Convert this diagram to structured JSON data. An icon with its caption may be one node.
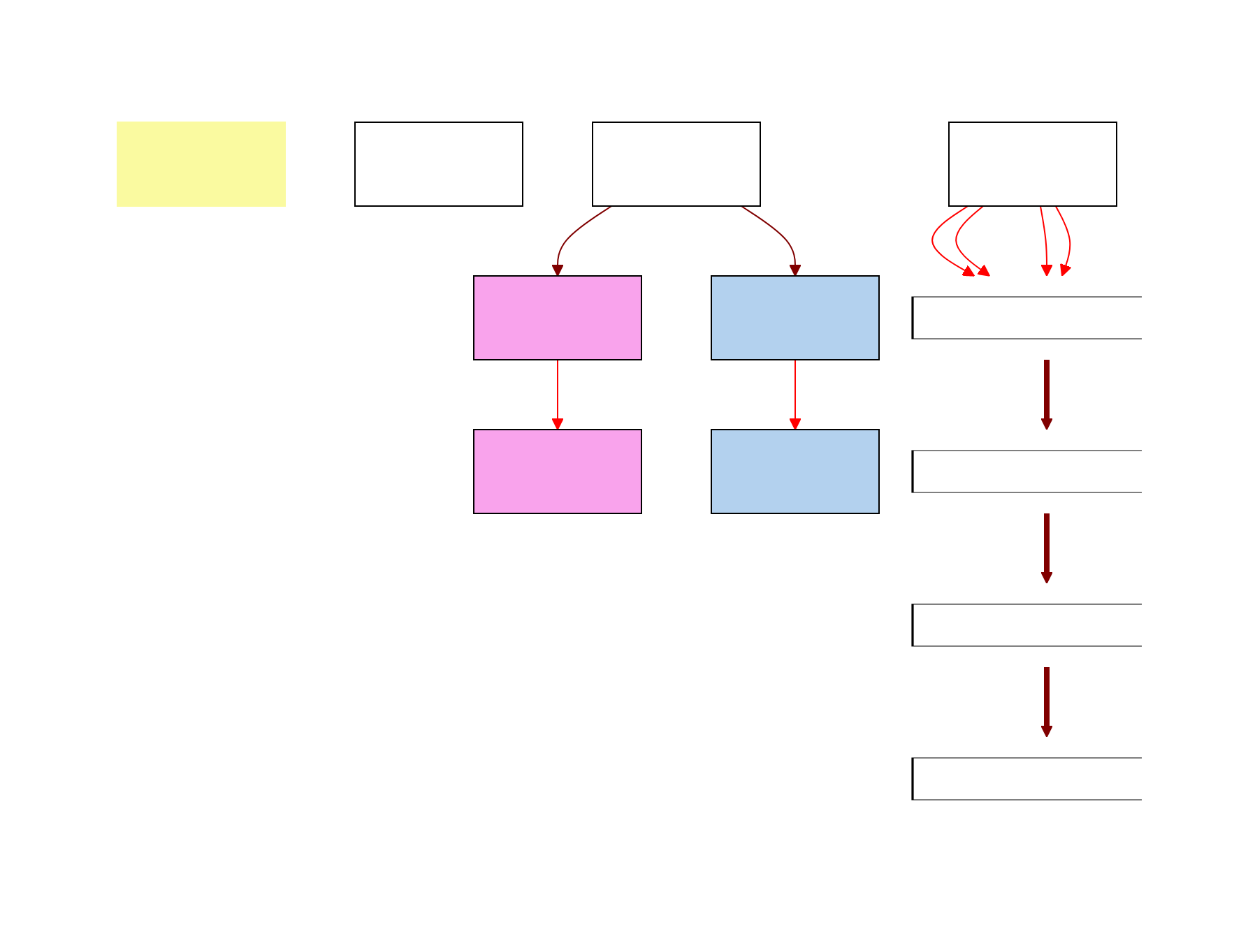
{
  "diagram": {
    "nodes": [
      {
        "text": [],
        "shape": "box"
      },
      {
        "text": [],
        "shape": "box"
      },
      {
        "text": [],
        "shape": "box"
      },
      {
        "text": [],
        "shape": "box"
      },
      {
        "text": [],
        "shape": "box"
      },
      {
        "text": [],
        "shape": "box"
      },
      {
        "text": [],
        "shape": "box"
      },
      {
        "text": [],
        "shape": "box"
      },
      {
        "text": [],
        "shape": "bar"
      },
      {
        "text": [],
        "shape": "bar"
      },
      {
        "text": [],
        "shape": "bar"
      },
      {
        "text": [],
        "shape": "bar"
      }
    ],
    "edges": [
      {
        "from": 2,
        "to": 3,
        "arrow": "to",
        "color": "#800000"
      },
      {
        "from": 2,
        "to": 4,
        "arrow": "to",
        "color": "#800000"
      },
      {
        "from": 3,
        "to": 5,
        "arrow": "to"
      },
      {
        "from": 4,
        "to": 6,
        "arrow": "to"
      },
      {
        "from": 7,
        "to": 8,
        "arrow": "to"
      },
      {
        "from": 7,
        "to": 8,
        "arrow": "to"
      },
      {
        "from": 7,
        "to": 8,
        "arrow": "to"
      },
      {
        "from": 7,
        "to": 8,
        "arrow": "to"
      },
      {
        "from": 8,
        "to": 9,
        "arrow": "to",
        "style": "thick",
        "color": "#800000"
      },
      {
        "from": 9,
        "to": 10,
        "arrow": "to",
        "style": "thick",
        "color": "#800000"
      },
      {
        "from": 10,
        "to": 11,
        "arrow": "to",
        "style": "thick",
        "color": "#800000"
      }
    ]
  }
}
